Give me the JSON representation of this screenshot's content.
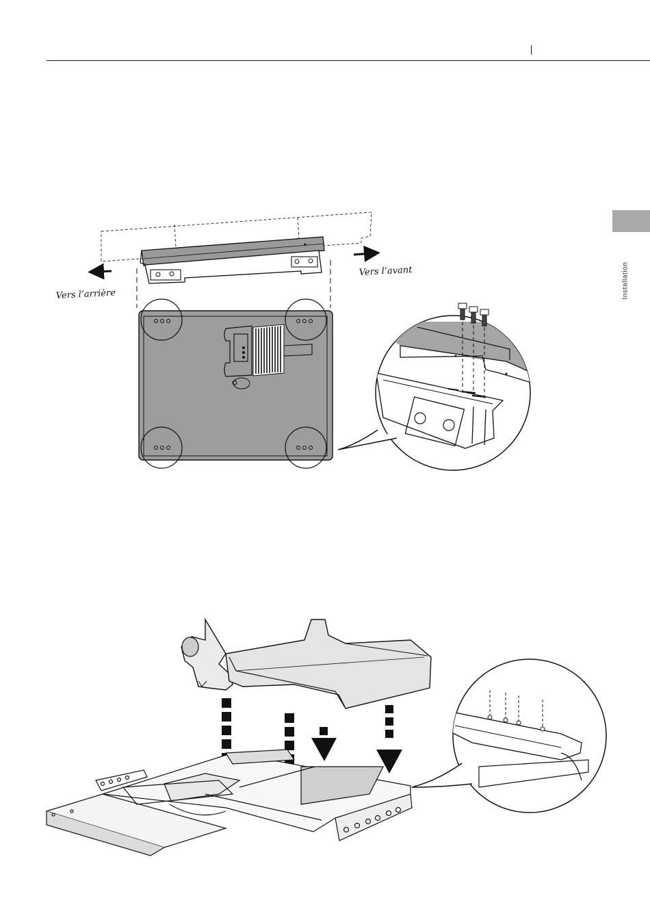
{
  "page": {
    "side_tab_label": "Installation"
  },
  "figure_top": {
    "label_rear": "Vers l’arrière",
    "label_front": "Vers l’avant"
  },
  "figure_bottom": {}
}
